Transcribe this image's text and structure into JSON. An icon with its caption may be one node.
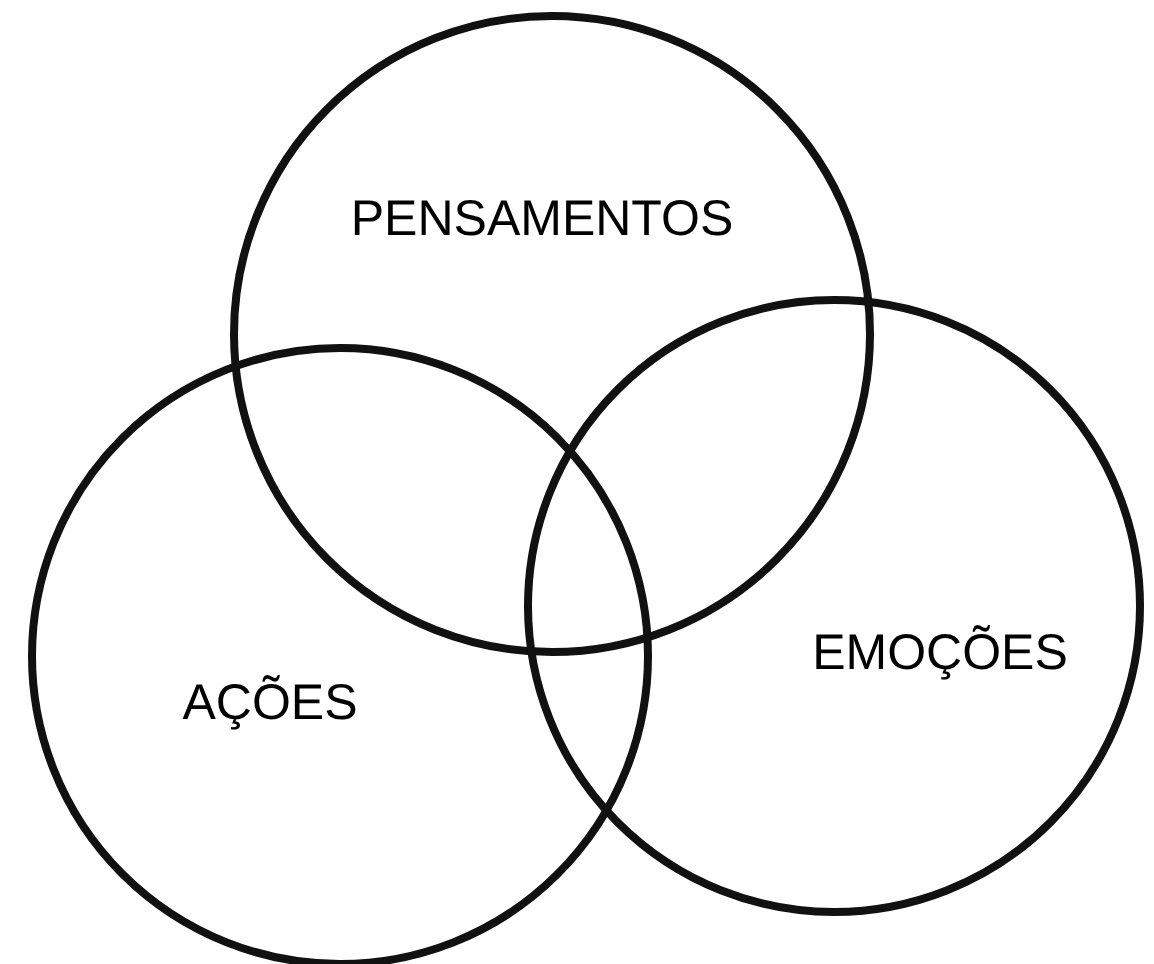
{
  "diagram": {
    "nodes": [
      {
        "text": [
          "PENSAMENTOS"
        ]
      },
      {
        "text": [
          "AÇÕES"
        ]
      },
      {
        "text": [
          "EMOÇÕES"
        ]
      }
    ]
  }
}
